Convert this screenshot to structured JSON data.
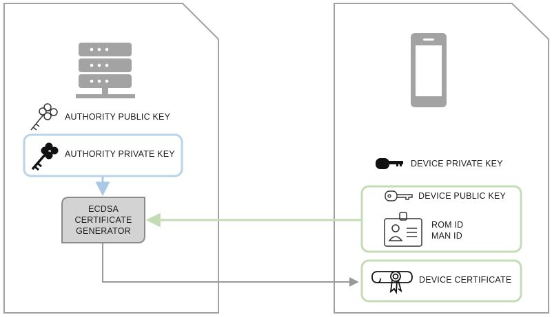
{
  "authority": {
    "public_key_label": "AUTHORITY PUBLIC KEY",
    "private_key_label": "AUTHORITY PRIVATE KEY",
    "generator_lines": [
      "ECDSA",
      "CERTIFICATE",
      "GENERATOR"
    ]
  },
  "device": {
    "private_key_label": "DEVICE PRIVATE KEY",
    "public_key_label": "DEVICE PUBLIC KEY",
    "rom_id_label": "ROM ID",
    "man_id_label": "MAN ID",
    "certificate_label": "DEVICE CERTIFICATE"
  },
  "colors": {
    "panel_border": "#a0a0a0",
    "icon_gray": "#a3a3a3",
    "private_key_box": "#b8d3ea",
    "private_key_arrow": "#a9c8e6",
    "device_box": "#c3dcb4",
    "generator_fill": "#d3d3d3",
    "generator_border": "#8c8c8c",
    "connector_gray": "#999999"
  }
}
